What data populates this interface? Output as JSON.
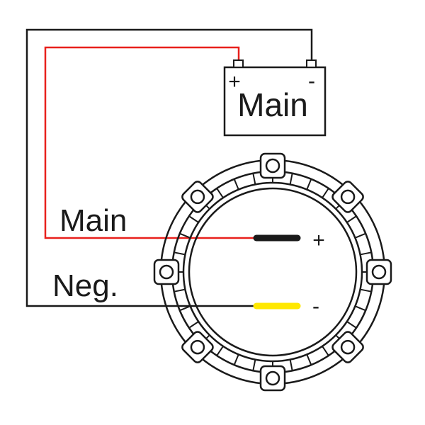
{
  "battery": {
    "plus_symbol": "+",
    "minus_symbol": "-",
    "label": "Main"
  },
  "wires": {
    "main_label": "Main",
    "neg_label": "Neg.",
    "main_color": "#e8201c",
    "neg_color": "#1a1a1a"
  },
  "device": {
    "plus_symbol": "+",
    "minus_symbol": "-",
    "plus_lead_color": "#1a1a1a",
    "minus_lead_color": "#ffe800"
  }
}
